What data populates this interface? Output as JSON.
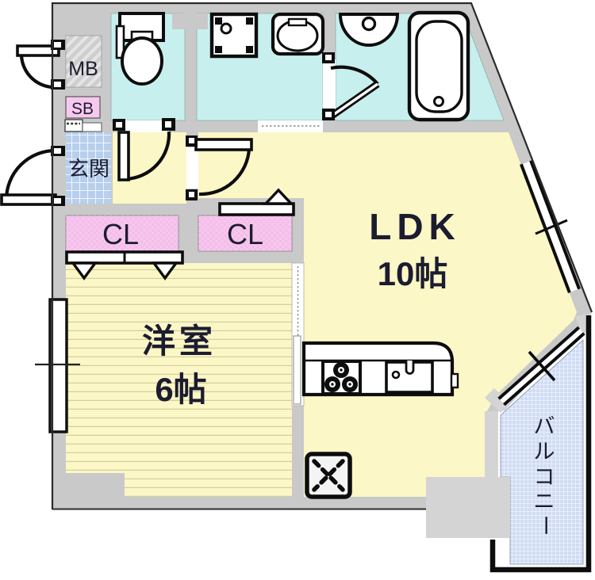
{
  "rooms": {
    "ldk": {
      "label": "LDK",
      "size": "10帖"
    },
    "bedroom": {
      "label": "洋室",
      "size": "6帖"
    },
    "entrance": {
      "label": "玄関"
    },
    "closet_left": {
      "label": "CL"
    },
    "closet_right": {
      "label": "CL"
    },
    "meter_box": {
      "label": "MB"
    },
    "shoe_box": {
      "label": "SB"
    },
    "balcony": {
      "label": "バルコニー",
      "chars": [
        "バ",
        "ル",
        "コ",
        "ニ",
        "ー"
      ]
    }
  },
  "colors": {
    "wall": "#c9c9c9",
    "wall_light": "#d4d4d4",
    "wet_cyan": "#c7efee",
    "room_yellow": "#fbf7c6",
    "closet_pink": "#f7c8ee",
    "tile_blue": "#b7cfec",
    "balcony_blue": "#cfdcf3",
    "outline": "#1a1a1a",
    "text": "#1c1c30"
  }
}
